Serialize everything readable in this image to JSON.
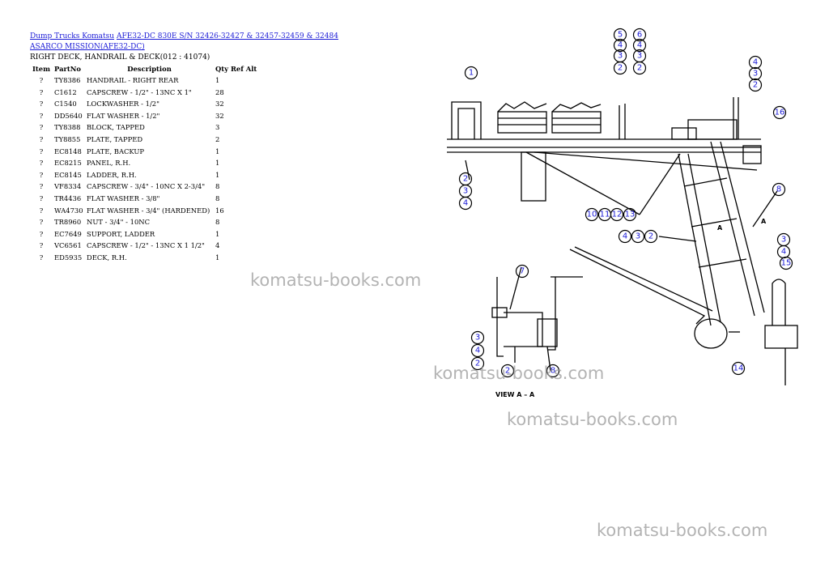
{
  "breadcrumb": {
    "link1": "Dump Trucks Komatsu",
    "link2": "AFE32-DC 830E S/N 32426-32427 & 32457-32459 & 32484 ASARCO MISSION(AFE32-DC)"
  },
  "subtitle": "RIGHT DECK, HANDRAIL & DECK(012 : 41074)",
  "table": {
    "headers": {
      "item": "Item",
      "partno": "PartNo",
      "description": "Description",
      "qty": "Qty Ref Alt"
    },
    "rows": [
      {
        "item": "?",
        "partno": "TY8386",
        "description": "HANDRAIL - RIGHT REAR",
        "qty": "1"
      },
      {
        "item": "?",
        "partno": "C1612",
        "description": "CAPSCREW - 1/2\" - 13NC X 1\"",
        "qty": "28"
      },
      {
        "item": "?",
        "partno": "C1540",
        "description": "LOCKWASHER - 1/2\"",
        "qty": "32"
      },
      {
        "item": "?",
        "partno": "DD5640",
        "description": "FLAT WASHER - 1/2\"",
        "qty": "32"
      },
      {
        "item": "?",
        "partno": "TY8388",
        "description": "BLOCK, TAPPED",
        "qty": "3"
      },
      {
        "item": "?",
        "partno": "TY8855",
        "description": "PLATE, TAPPED",
        "qty": "2"
      },
      {
        "item": "?",
        "partno": "EC8148",
        "description": "PLATE, BACKUP",
        "qty": "1"
      },
      {
        "item": "?",
        "partno": "EC8215",
        "description": "PANEL, R.H.",
        "qty": "1"
      },
      {
        "item": "?",
        "partno": "EC8145",
        "description": "LADDER, R.H.",
        "qty": "1"
      },
      {
        "item": "?",
        "partno": "VF8334",
        "description": "CAPSCREW - 3/4\" - 10NC X 2-3/4\"",
        "qty": "8"
      },
      {
        "item": "?",
        "partno": "TR4436",
        "description": "FLAT WASHER - 3/8\"",
        "qty": "8"
      },
      {
        "item": "?",
        "partno": "WA4730",
        "description": "FLAT WASHER - 3/4\" (HARDENED)",
        "qty": "16"
      },
      {
        "item": "?",
        "partno": "TR8960",
        "description": "NUT - 3/4\" - 10NC",
        "qty": "8"
      },
      {
        "item": "?",
        "partno": "EC7649",
        "description": "SUPPORT, LADDER",
        "qty": "1"
      },
      {
        "item": "?",
        "partno": "VC6561",
        "description": "CAPSCREW - 1/2\" - 13NC X 1 1/2\"",
        "qty": "4"
      },
      {
        "item": "?",
        "partno": "ED5935",
        "description": "DECK, R.H.",
        "qty": "1"
      }
    ]
  },
  "watermark": "komatsu-books.com",
  "diagram": {
    "callouts": [
      "1",
      "2",
      "3",
      "4",
      "5",
      "6",
      "7",
      "8",
      "9",
      "10",
      "11",
      "12",
      "13",
      "14",
      "15",
      "16"
    ],
    "view_label": "VIEW  A – A",
    "section_label": "A"
  }
}
